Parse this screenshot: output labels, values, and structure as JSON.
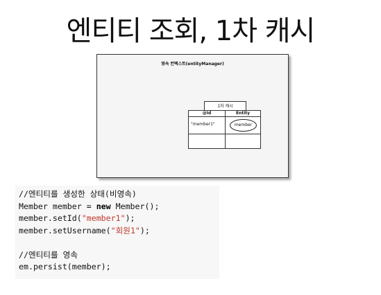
{
  "slide": {
    "title": "엔티티 조회, 1차 캐시"
  },
  "diagram": {
    "context_label": "영속 컨텍스트(entityManager)",
    "cache_label": "1차 캐시",
    "table": {
      "headers": [
        "@Id",
        "Entity"
      ],
      "rows": [
        {
          "key": "\"member1\"",
          "entity": "member"
        },
        {
          "key": "",
          "entity": ""
        }
      ]
    }
  },
  "code": {
    "line1": "//엔티티를 생성한 상태(비영속)",
    "line2_pre": "Member member = ",
    "line2_kw": "new",
    "line2_post": " Member();",
    "line3_pre": "member.setId(",
    "line3_str": "\"member1\"",
    "line3_post": ");",
    "line4_pre": "member.setUsername(",
    "line4_str": "\"회원1\"",
    "line4_post": ");",
    "line5": "",
    "line6": "//엔티티를 영속",
    "line7": "em.persist(member);"
  },
  "colors": {
    "string": "#c0392b",
    "code_bg": "#f7f7f7",
    "context_bg": "#f5f5f5"
  }
}
